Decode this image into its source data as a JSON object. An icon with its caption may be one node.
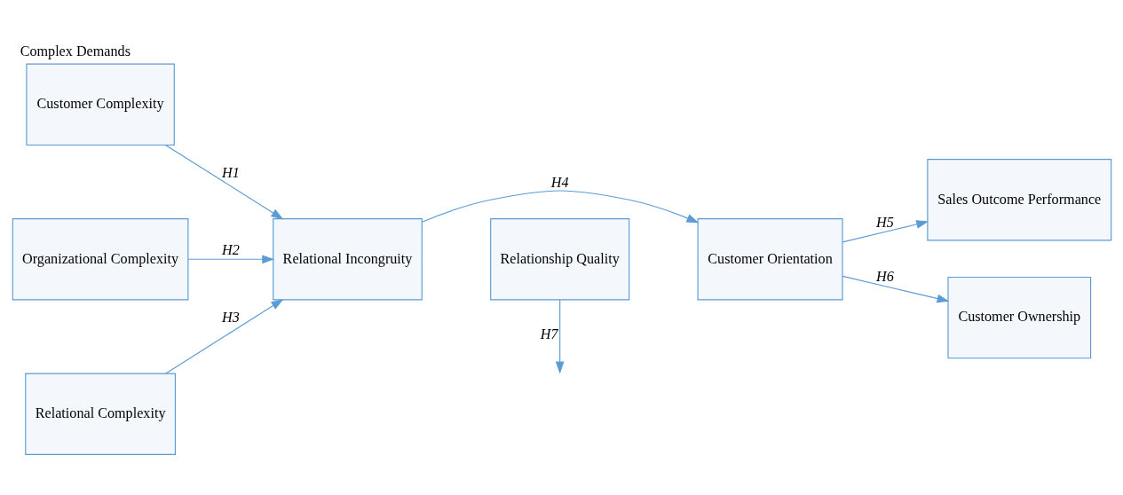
{
  "diagram": {
    "title": "Complex Demands",
    "nodes": [
      {
        "text": [
          "Customer Complexity"
        ]
      },
      {
        "text": [
          "Organizational Complexity"
        ]
      },
      {
        "text": [
          "Relational Complexity"
        ]
      },
      {
        "text": [
          "Relationship Quality"
        ]
      },
      {
        "text": [
          "Relational Incongruity"
        ]
      },
      {
        "text": [
          "Customer Orientation"
        ]
      },
      {
        "text": [
          "Sales Outcome Performance"
        ]
      },
      {
        "text": [
          "Customer Ownership"
        ]
      }
    ],
    "edges": [
      {
        "from": 0,
        "to": 4,
        "arrow": "to",
        "label": "H1"
      },
      {
        "from": 1,
        "to": 4,
        "arrow": "to",
        "label": "H2"
      },
      {
        "from": 2,
        "to": 4,
        "arrow": "to",
        "label": "H3"
      },
      {
        "from": 4,
        "to": 5,
        "arrow": "to",
        "label": "H4"
      },
      {
        "from": 3,
        "to": null,
        "arrow": "to",
        "label": "H7"
      },
      {
        "from": 5,
        "to": 6,
        "arrow": "to",
        "label": "H5"
      },
      {
        "from": 5,
        "to": 7,
        "arrow": "to",
        "label": "H6"
      }
    ]
  }
}
